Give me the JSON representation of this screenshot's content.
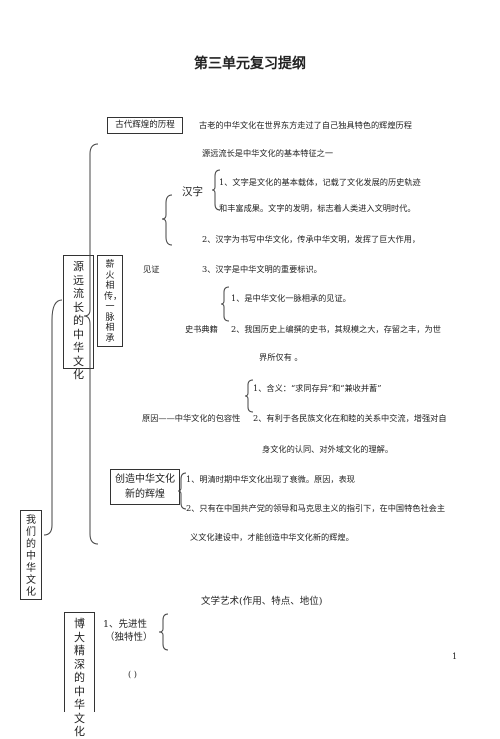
{
  "title": "第三单元复习提纲",
  "outer_box": "我们的中华文化",
  "part1": {
    "box": "源远流长的中华文化",
    "sub_box": "薪火相传，一脉相承",
    "history_box": "古代辉煌的历程",
    "history_text": "古老的中华文化在世界东方走过了自己独具特色的辉煌历程",
    "feature": "源远流长是中华文化的基本特征之一",
    "hanzi_label": "汉字",
    "hanzi_1a": "1、文字是文化的基本载体，记载了文化发展的历史轨迹",
    "hanzi_1b": "和丰富成果。文字的发明，标志着人类进入文明时代。",
    "hanzi_2": "2、汉字为书写中华文化，传承中华文明，发挥了巨大作用，",
    "jianzheng": "见证",
    "hanzi_3": "3、汉字是中华文明的重要标识。",
    "books_1": "1、是中华文化一脉相承的见证。",
    "books_label": "史书典籍",
    "books_2a": "2、我国历史上编撰的史书，其规模之大，存留之丰，为世",
    "books_2b": "界所仅有 。",
    "reason_1": "1、含义：“求同存异”和“兼收并蓄”",
    "reason_label": "原因——中华文化的包容性",
    "reason_2a": "2、有利于各民族文化在和睦的关系中交流，增强对自",
    "reason_2b": "身文化的认同、对外域文化的理解。",
    "new_box": "创造中华文化新的辉煌",
    "new_1": "1、明清时期中华文化出现了衰微。原因，表现",
    "new_2a": "2、只有在中国共产党的领导和马克思主义的指引下，在中国特色社会主",
    "new_2b": "义文化建设中，才能创造中华文化新的辉煌。"
  },
  "part2": {
    "box": "博大精深的中华文化",
    "heading": "文学艺术(作用、特点、地位)",
    "item1_a": "1、先进性",
    "item1_b": "（独特性）",
    "item1_c": "(   )"
  },
  "page_number": "1"
}
